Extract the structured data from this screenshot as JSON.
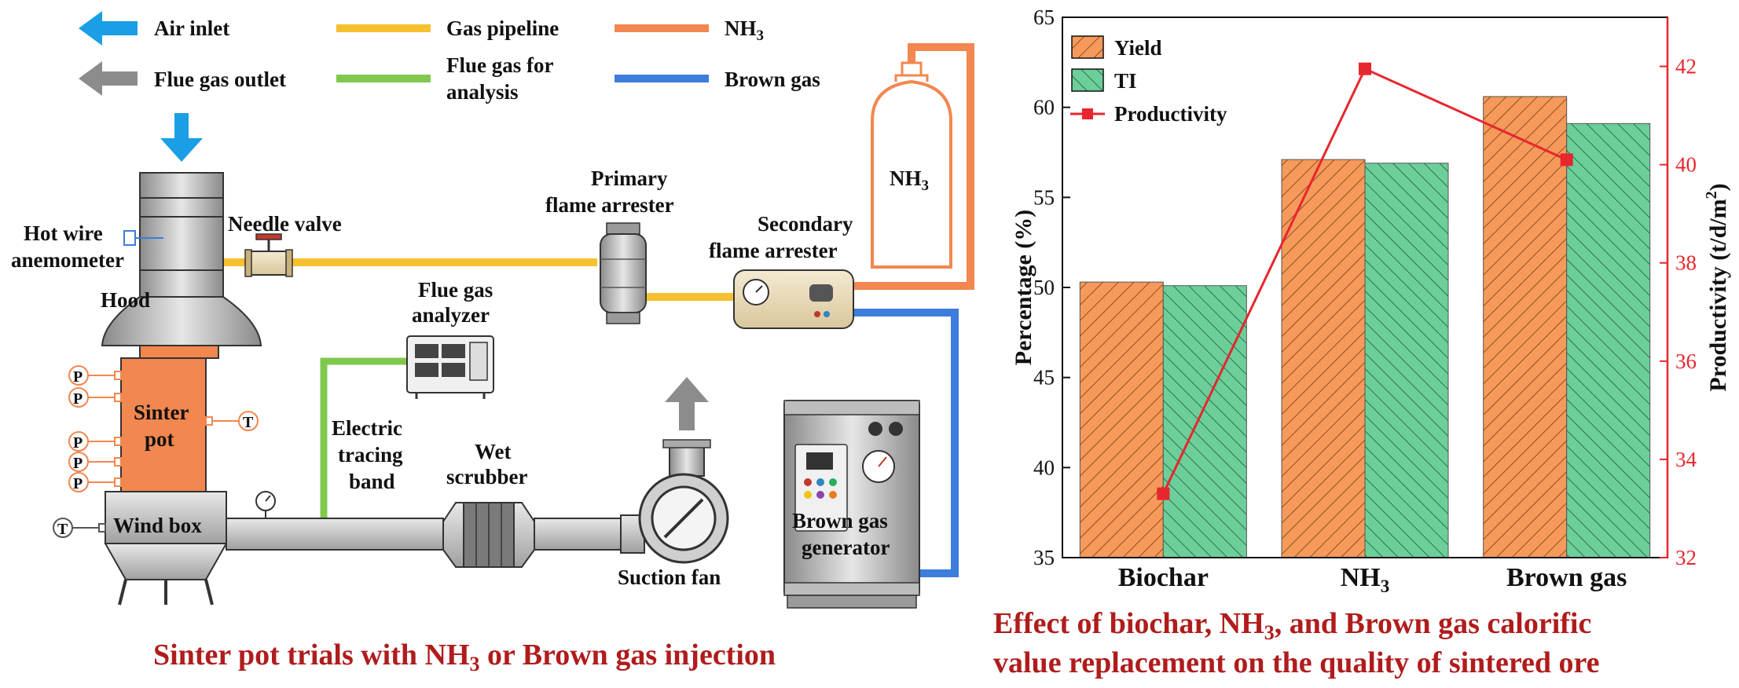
{
  "legend": {
    "air_inlet": "Air inlet",
    "flue_gas_outlet": "Flue gas outlet",
    "gas_pipeline": "Gas pipeline",
    "flue_gas_analysis_1": "Flue gas for",
    "flue_gas_analysis_2": "analysis",
    "nh3": "NH",
    "nh3_sub": "3",
    "brown_gas": "Brown gas"
  },
  "labels": {
    "hot_wire_1": "Hot wire",
    "hot_wire_2": "anemometer",
    "hood": "Hood",
    "needle_valve": "Needle valve",
    "primary_1": "Primary",
    "primary_2": "flame arrester",
    "secondary_1": "Secondary",
    "secondary_2": "flame arrester",
    "nh3_tank": "NH",
    "nh3_tank_sub": "3",
    "flue_analyzer_1": "Flue gas",
    "flue_analyzer_2": "analyzer",
    "sinter_1": "Sinter",
    "sinter_2": "pot",
    "wind_box": "Wind box",
    "electric_1": "Electric",
    "electric_2": "tracing",
    "electric_3": "band",
    "wet_1": "Wet",
    "wet_2": "scrubber",
    "suction_fan": "Suction fan",
    "brown_gen_1": "Brown gas",
    "brown_gen_2": "generator",
    "p": "P",
    "t": "T"
  },
  "captions": {
    "left_pre": "Sinter pot trials with NH",
    "left_sub": "3",
    "left_post": " or Brown gas injection",
    "right1_pre": "Effect of biochar, NH",
    "right1_sub": "3",
    "right1_post": ", and Brown gas calorific",
    "right2": "value replacement on the quality of sintered ore"
  },
  "colors": {
    "air": "#1a9fe6",
    "flue_outlet": "#8c8c8c",
    "gas_pipeline": "#f5c12e",
    "flue_analysis": "#80c94f",
    "nh3": "#f2874f",
    "brown_gas": "#3d7ddb",
    "yield": "#f59a5a",
    "ti": "#6ccf9a",
    "productivity": "#e8262e"
  },
  "chart_data": {
    "type": "bar",
    "categories": [
      "Biochar",
      "NH3",
      "Brown gas"
    ],
    "category_labels": [
      {
        "main": "Biochar",
        "sub": ""
      },
      {
        "main": "NH",
        "sub": "3"
      },
      {
        "main": "Brown gas",
        "sub": ""
      }
    ],
    "series": [
      {
        "name": "Yield",
        "values": [
          50.3,
          57.1,
          60.6
        ],
        "axis": "left"
      },
      {
        "name": "TI",
        "values": [
          50.1,
          56.9,
          59.1
        ],
        "axis": "left"
      }
    ],
    "line_series": {
      "name": "Productivity",
      "values": [
        33.3,
        41.95,
        40.1
      ],
      "axis": "right"
    },
    "ylabel": "Percentage (%)",
    "y2label_pre": "Productivity (t/d/m",
    "y2label_sup": "2",
    "y2label_post": ")",
    "ylim": [
      35,
      65
    ],
    "y2lim": [
      32,
      43
    ],
    "yticks": [
      35,
      40,
      45,
      50,
      55,
      60,
      65
    ],
    "y2ticks": [
      32,
      34,
      36,
      38,
      40,
      42
    ],
    "legend_position": "top-left"
  }
}
